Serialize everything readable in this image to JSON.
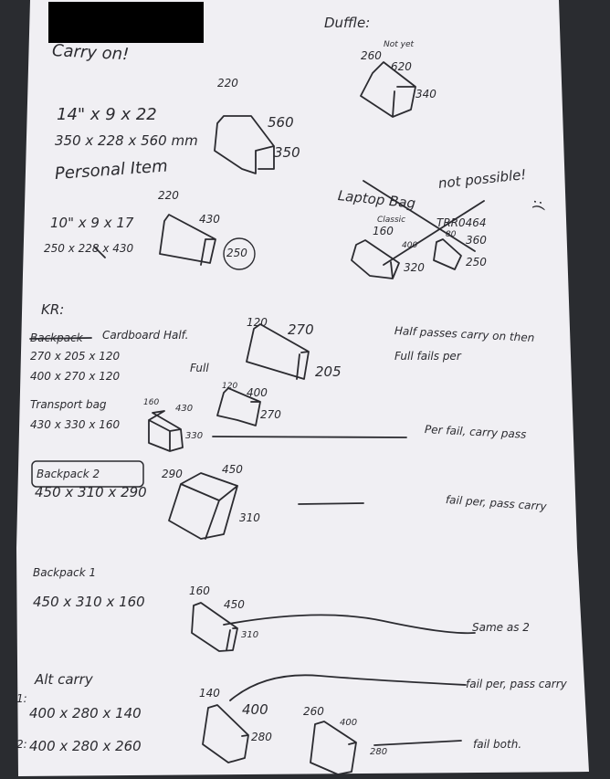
{
  "notes": {
    "carry_on": {
      "heading": "Carry on!",
      "inches": "14\" x 9 x 22",
      "mm": "350 x 228 x 560 mm",
      "sketch_labels": {
        "top": "220",
        "length": "560",
        "side": "350"
      }
    },
    "personal_item": {
      "heading": "Personal Item",
      "inches": "10\" x 9 x 17",
      "mm": "250 x 228 x 430",
      "sketch_labels": {
        "top": "220",
        "length": "430",
        "side": "250"
      }
    },
    "duffle": {
      "heading": "Duffle:",
      "note": "Not yet",
      "sketch_labels": {
        "top": "260",
        "length": "620",
        "side": "340"
      }
    },
    "laptop_bag": {
      "heading": "Laptop Bag",
      "verdict": "not possible!",
      "face": ":(",
      "classic_label": "Classic",
      "classic_dims": {
        "top": "160",
        "length": "400",
        "side": "320"
      },
      "model_label": "TRR0464",
      "model_dims": {
        "top": "80",
        "length": "360",
        "side": "250"
      }
    },
    "kr": {
      "heading": "KR:",
      "crossed_label": "Backpack",
      "cardboard_label": "Cardboard Half.",
      "dims_half": "270 x 205 x 120",
      "dims_full": "400 x 270 x 120",
      "full_label": "Full",
      "half_sketch": {
        "top": "120",
        "length": "270",
        "side": "205"
      },
      "full_sketch": {
        "top": "120",
        "length": "400",
        "side": "270"
      },
      "note_line1": "Half passes carry on then",
      "note_line2": "Full fails per"
    },
    "transport_bag": {
      "heading": "Transport bag",
      "dims": "430 x 330 x 160",
      "sketch": {
        "top": "160",
        "length": "430",
        "side": "330"
      },
      "result": "Per fail, carry pass"
    },
    "backpack_2": {
      "heading": "Backpack 2",
      "dims": "450 x 310 x 290",
      "sketch": {
        "top": "290",
        "length": "450",
        "side": "310"
      },
      "result": "fail per, pass carry"
    },
    "backpack_1": {
      "heading": "Backpack 1",
      "dims": "450 x 310 x 160",
      "sketch": {
        "top": "160",
        "length": "450",
        "side": "310"
      },
      "result": "Same as 2"
    },
    "alt_carry": {
      "heading": "Alt carry",
      "opt1_num": "1:",
      "opt1_dims": "400 x 280 x 140",
      "opt2_num": "2:",
      "opt2_dims": "400 x 280 x 260",
      "sketch1": {
        "top": "140",
        "length": "400",
        "side": "280"
      },
      "sketch2": {
        "top": "260",
        "length": "400",
        "side": "280"
      },
      "result1": "fail per, pass carry",
      "result2": "fail both."
    }
  },
  "colors": {
    "paper": "#f1f0f4",
    "ink": "#2b2b30",
    "background": "#2a2c30"
  }
}
